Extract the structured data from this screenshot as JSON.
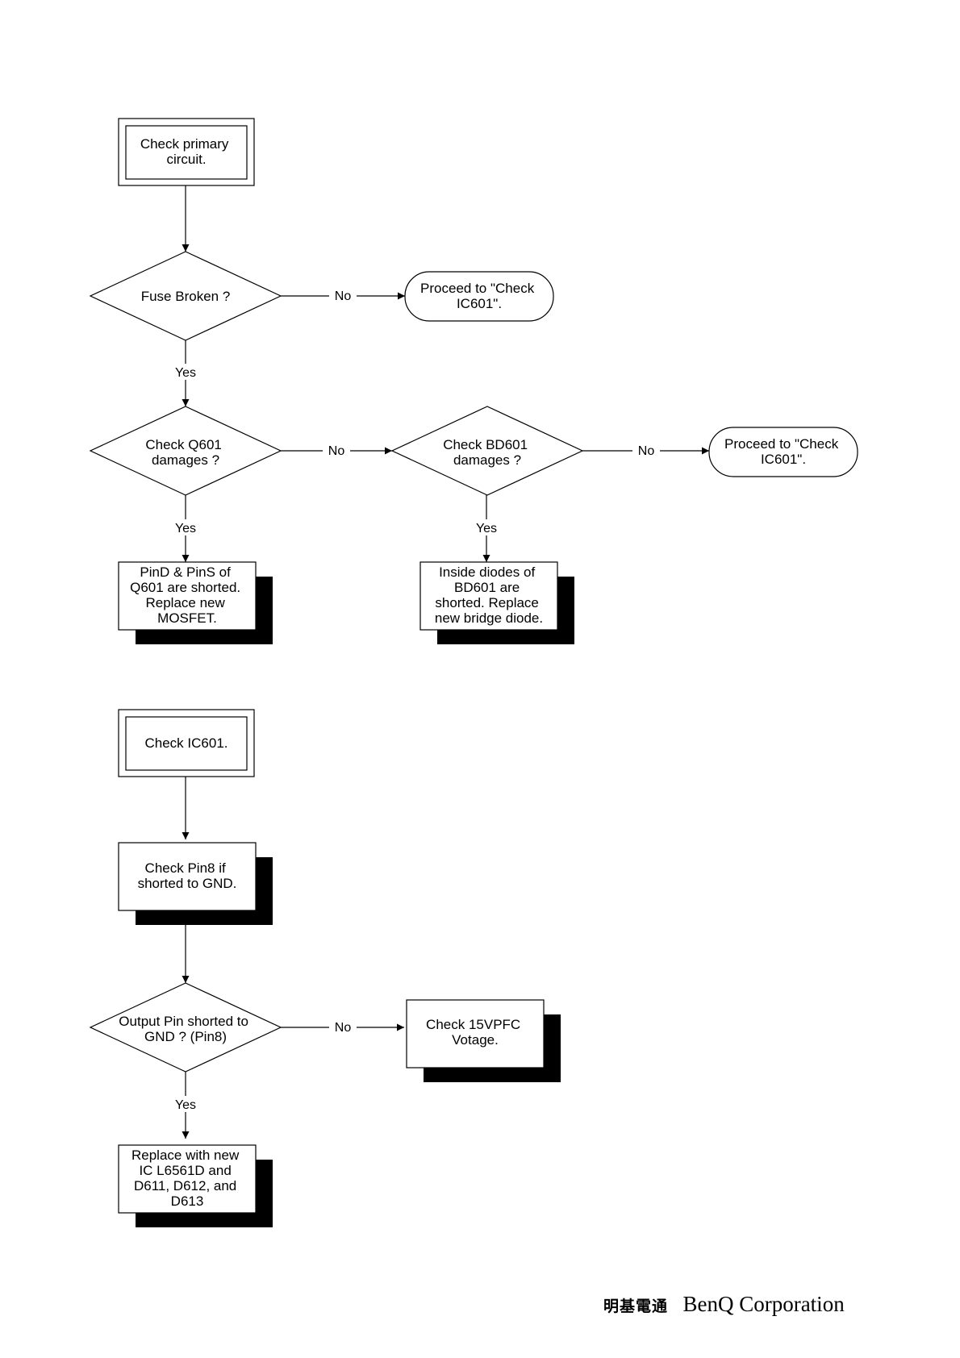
{
  "nodes": {
    "start_primary": [
      "Check primary",
      "circuit."
    ],
    "fuse_decision": [
      "Fuse Broken ?"
    ],
    "proceed_1": [
      "Proceed to \"Check",
      "IC601\"."
    ],
    "q601_decision": [
      "Check Q601",
      "damages ?"
    ],
    "bd601_decision": [
      "Check BD601",
      "damages ?"
    ],
    "proceed_2": [
      "Proceed to \"Check",
      "IC601\"."
    ],
    "replace_mosfet": [
      "PinD & PinS of",
      "Q601 are shorted.",
      "Replace new",
      "MOSFET."
    ],
    "replace_bridge": [
      "Inside diodes of",
      "BD601 are",
      "shorted. Replace",
      "new bridge diode."
    ],
    "start_ic601": [
      "Check IC601."
    ],
    "check_pin8": [
      "Check Pin8 if",
      "shorted to GND."
    ],
    "output_decision": [
      "Output Pin shorted to",
      "GND ? (Pin8)"
    ],
    "check_15vpfc": [
      "Check 15VPFC",
      "Votage."
    ],
    "replace_ic": [
      "Replace with new",
      "IC L6561D and",
      "D611, D612, and",
      "D613"
    ]
  },
  "edge_labels": {
    "fuse_no": "No",
    "fuse_yes": "Yes",
    "q601_no": "No",
    "q601_yes": "Yes",
    "bd601_no": "No",
    "bd601_yes": "Yes",
    "output_no": "No",
    "output_yes": "Yes"
  },
  "footer": {
    "company_cn": "明基電通",
    "company_en": "BenQ Corporation"
  }
}
